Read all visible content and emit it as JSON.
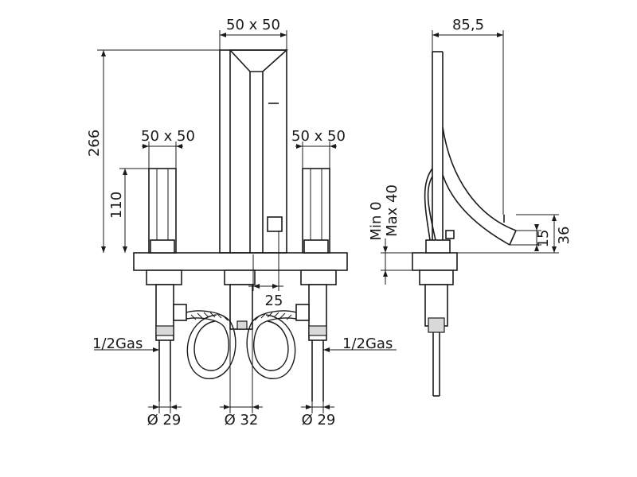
{
  "dimensions": {
    "spout_section": "50 x 50",
    "left_handle_section": "50 x 50",
    "right_handle_section": "50 x 50",
    "total_height": "266",
    "handle_height": "110",
    "center_offset": "25",
    "left_inlet_thread": "1/2Gas",
    "right_inlet_thread": "1/2Gas",
    "left_diameter": "Ø 29",
    "center_diameter": "Ø 32",
    "right_diameter": "Ø 29",
    "side_projection": "85,5",
    "deck_min": "Min 0",
    "deck_max": "Max 40",
    "spout_outlet_height": "15",
    "spout_tip_height": "36"
  }
}
